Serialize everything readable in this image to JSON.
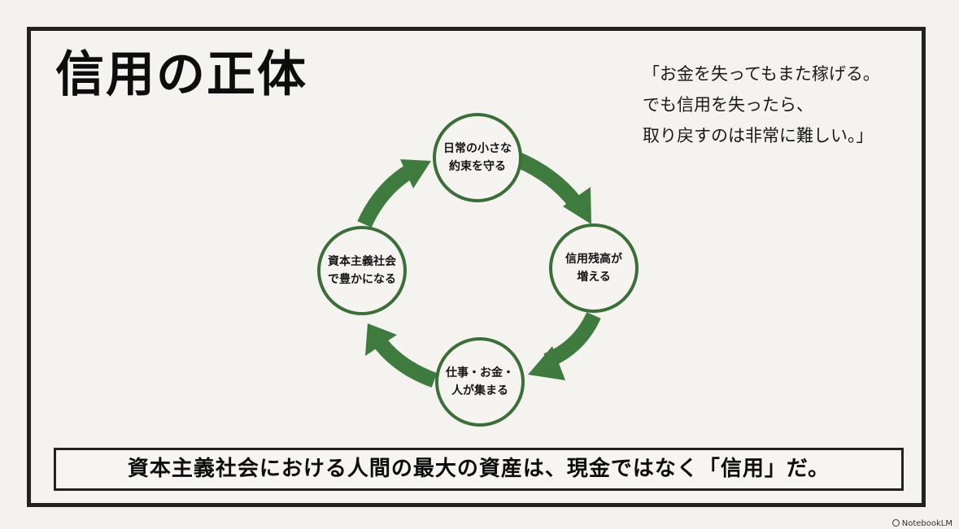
{
  "title": "信用の正体",
  "quote": {
    "lines": [
      "「お金を失ってもまた稼げる。",
      "でも信用を失ったら、",
      "取り戻すのは非常に難しい。」"
    ]
  },
  "cycle": {
    "nodes": [
      {
        "line1": "日常の小さな",
        "line2": "約束を守る"
      },
      {
        "line1": "信用残高が",
        "line2": "増える"
      },
      {
        "line1": "仕事・お金・",
        "line2": "人が集まる"
      },
      {
        "line1": "資本主義社会",
        "line2": "で豊かになる"
      }
    ],
    "colors": {
      "arrow": "#3f7a3f",
      "node_border": "#3b6e38",
      "node_fill": "#f5f4f0"
    }
  },
  "conclusion": "資本主義社会における人間の最大の資産は、現金ではなく「信用」だ。",
  "watermark": "NotebookLM"
}
